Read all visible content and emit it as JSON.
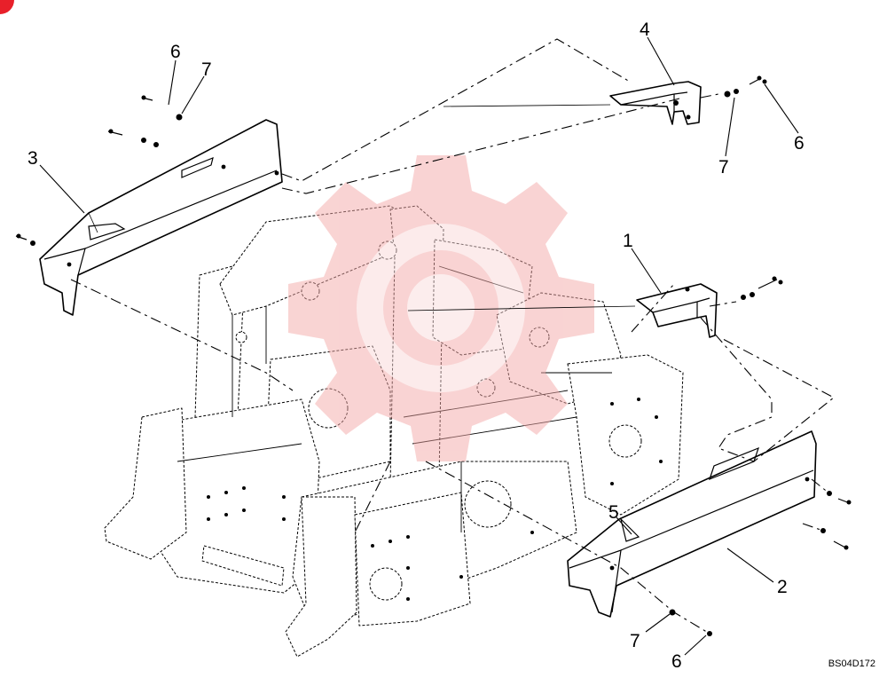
{
  "diagram": {
    "reference_code": "BS04D172",
    "callouts": [
      {
        "id": "c1",
        "label": "1"
      },
      {
        "id": "c2",
        "label": "2"
      },
      {
        "id": "c3",
        "label": "3"
      },
      {
        "id": "c4",
        "label": "4"
      },
      {
        "id": "c5",
        "label": "5"
      },
      {
        "id": "c6a",
        "label": "6"
      },
      {
        "id": "c6b",
        "label": "6"
      },
      {
        "id": "c6c",
        "label": "6"
      },
      {
        "id": "c7a",
        "label": "7"
      },
      {
        "id": "c7b",
        "label": "7"
      },
      {
        "id": "c7c",
        "label": "7"
      }
    ],
    "watermark": {
      "color": "#f4a9a8"
    },
    "corner_marker": {
      "color": "#e8202a"
    }
  }
}
